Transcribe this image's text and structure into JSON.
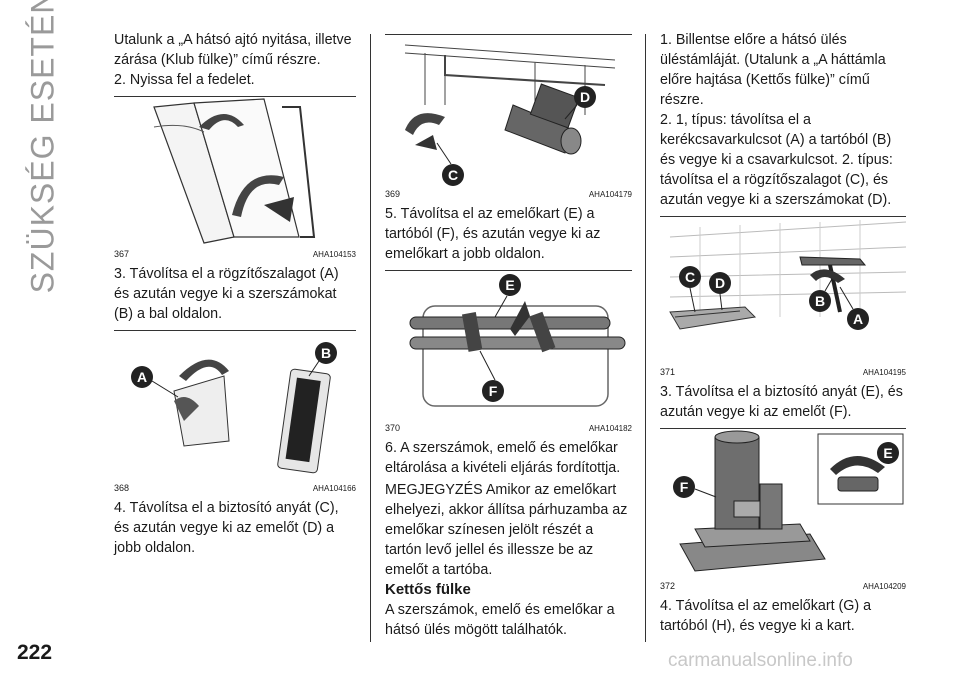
{
  "side_title": "SZÜKSÉG ESETÉN",
  "page_number": "222",
  "watermark": "carmanualsonline.info",
  "col1": {
    "p1": "Utalunk a „A hátsó ajtó nyitása, illetve zárása (Klub fülke)” című részre.",
    "p2": "2. Nyissa fel a fedelet.",
    "fig1": {
      "num": "367",
      "ref": "AHA104153"
    },
    "p3": "3. Távolítsa el a rögzítőszalagot (A) és azután vegye ki a szerszámokat (B) a bal oldalon.",
    "fig2": {
      "num": "368",
      "ref": "AHA104166",
      "labels": [
        "A",
        "B"
      ]
    },
    "p4": "4. Távolítsa el a biztosító anyát (C), és azután vegye ki az emelőt (D) a jobb oldalon."
  },
  "col2": {
    "fig1": {
      "num": "369",
      "ref": "AHA104179",
      "labels": [
        "C",
        "D"
      ]
    },
    "p1": "5. Távolítsa el az emelőkart (E) a tartóból (F), és azután vegye ki az emelőkart a jobb oldalon.",
    "fig2": {
      "num": "370",
      "ref": "AHA104182",
      "labels": [
        "E",
        "F"
      ]
    },
    "p2": "6. A szerszámok, emelő és emelőkar eltárolása a kivételi eljárás fordítottja.",
    "p3": "MEGJEGYZÉS Amikor az emelőkart elhelyezi, akkor állítsa párhuzamba az emelőkar színesen jelölt részét a tartón levő jellel és illessze be az emelőt a tartóba.",
    "heading": "Kettős fülke",
    "p4": "A szerszámok, emelő és emelőkar a hátsó ülés mögött találhatók."
  },
  "col3": {
    "p1": "1. Billentse előre a hátsó ülés üléstámláját. (Utalunk a „A háttámla előre hajtása (Kettős fülke)” című részre.",
    "p2": "2. 1, típus: távolítsa el a kerékcsavarkulcsot (A) a tartóból (B) és vegye ki a csavarkulcsot. 2. típus: távolítsa el a rögzítőszalagot (C), és azután vegye ki a szerszámokat (D).",
    "fig1": {
      "num": "371",
      "ref": "AHA104195",
      "labels": [
        "C",
        "D",
        "B",
        "A"
      ]
    },
    "p3": "3. Távolítsa el a biztosító anyát (E), és azután vegye ki az emelőt (F).",
    "fig2": {
      "num": "372",
      "ref": "AHA104209",
      "labels": [
        "E",
        "F"
      ]
    },
    "p4": "4. Távolítsa el az emelőkart (G) a tartóból (H), és vegye ki a kart."
  }
}
